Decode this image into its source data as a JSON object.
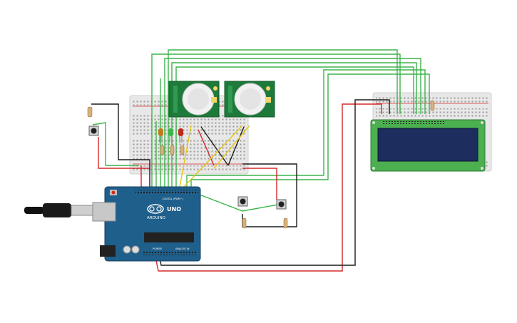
{
  "canvas": {
    "background": "#ffffff"
  },
  "colors": {
    "wire_green": "#3cb44b",
    "wire_red": "#d62828",
    "wire_black": "#1b1b1b",
    "wire_yellow": "#e6c619",
    "arduino_blue": "#1f5f8b",
    "pir_board": "#1e7a3a",
    "lcd_pcb": "#4caf50",
    "lcd_screen": "#1c2d5e",
    "breadboard": "#e8e8e8"
  },
  "arduino": {
    "brand": "ARDUINO",
    "model": "UNO",
    "header_digital": "DIGITAL (PWM~)",
    "header_power": "POWER",
    "header_analog": "ANALOG IN"
  },
  "components": {
    "pir_sensors": 2,
    "leds": [
      "orange",
      "green",
      "red"
    ],
    "pushbuttons": 3,
    "lcd": "16x2 LCD"
  }
}
